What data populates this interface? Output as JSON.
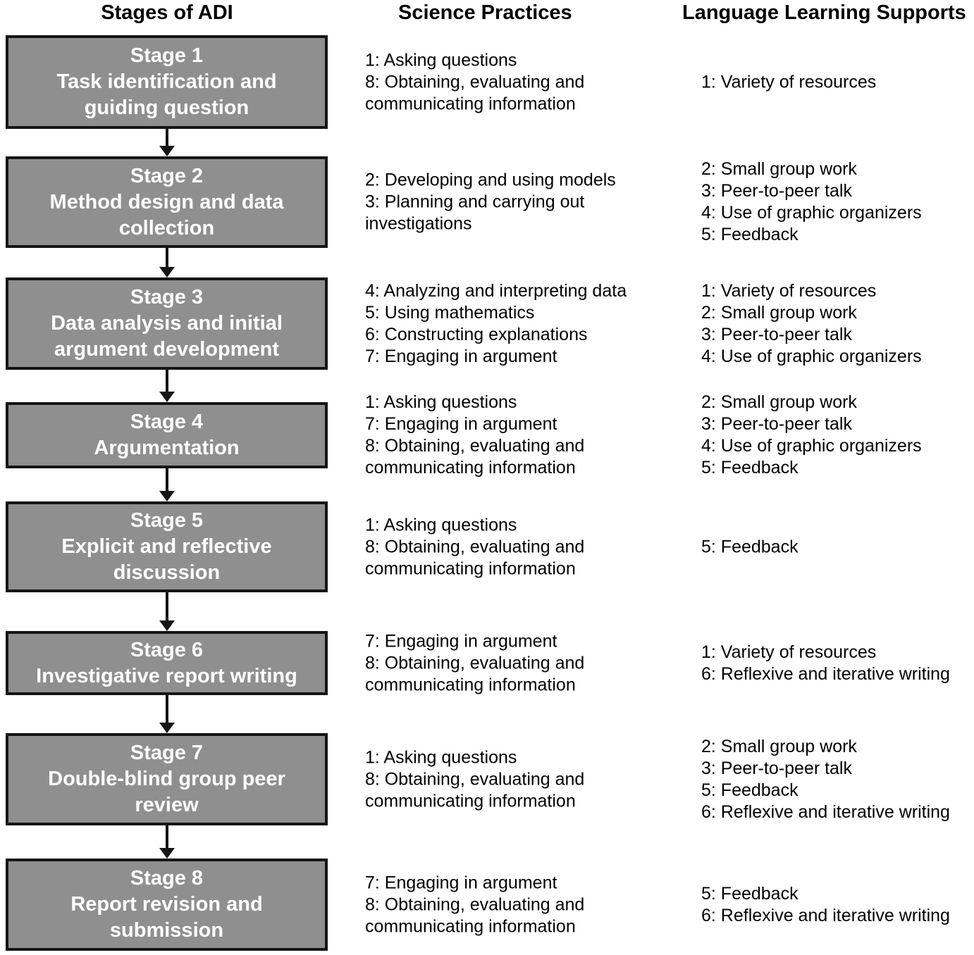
{
  "colors": {
    "background": "#ffffff",
    "text": "#000000",
    "box_fill": "#8f8f8f",
    "box_border": "#151515",
    "box_text": "#ffffff"
  },
  "headers": {
    "stages": "Stages of ADI",
    "practices": "Science Practices",
    "supports": "Language Learning Supports"
  },
  "stages": [
    {
      "title": "Stage 1",
      "subtitle": "Task identification and\nguiding question",
      "practices": [
        "1: Asking questions",
        "8: Obtaining, evaluating and\ncommunicating information"
      ],
      "supports": [
        "1: Variety of resources"
      ]
    },
    {
      "title": "Stage 2",
      "subtitle": "Method design and data\ncollection",
      "practices": [
        "2: Developing and using models",
        "3: Planning and carrying out\ninvestigations"
      ],
      "supports": [
        "2: Small group work",
        "3: Peer-to-peer talk",
        "4: Use of graphic organizers",
        "5: Feedback"
      ]
    },
    {
      "title": "Stage 3",
      "subtitle": "Data analysis and initial\nargument development",
      "practices": [
        "4: Analyzing and interpreting data",
        "5: Using mathematics",
        "6: Constructing explanations",
        "7: Engaging in argument"
      ],
      "supports": [
        "1: Variety of resources",
        "2: Small group work",
        "3: Peer-to-peer talk",
        "4: Use of graphic organizers"
      ]
    },
    {
      "title": "Stage 4",
      "subtitle": "Argumentation",
      "practices": [
        "1: Asking questions",
        "7: Engaging in argument",
        "8: Obtaining, evaluating and\ncommunicating information"
      ],
      "supports": [
        "2: Small group work",
        "3: Peer-to-peer talk",
        "4: Use of graphic organizers",
        "5: Feedback"
      ]
    },
    {
      "title": "Stage 5",
      "subtitle": "Explicit and reflective\ndiscussion",
      "practices": [
        "1: Asking questions",
        "8: Obtaining, evaluating and\ncommunicating information"
      ],
      "supports": [
        "5: Feedback"
      ]
    },
    {
      "title": "Stage 6",
      "subtitle": "Investigative report writing",
      "practices": [
        "7: Engaging in argument",
        "8: Obtaining, evaluating and\ncommunicating information"
      ],
      "supports": [
        "1: Variety of resources",
        "6: Reflexive and iterative writing"
      ]
    },
    {
      "title": "Stage 7",
      "subtitle": "Double-blind group peer\nreview",
      "practices": [
        "1: Asking questions",
        "8: Obtaining, evaluating and\ncommunicating information"
      ],
      "supports": [
        "2: Small group work",
        "3: Peer-to-peer talk",
        "5: Feedback",
        "6: Reflexive and iterative writing"
      ]
    },
    {
      "title": "Stage 8",
      "subtitle": "Report revision and\nsubmission",
      "practices": [
        "7: Engaging in argument",
        "8: Obtaining, evaluating and\ncommunicating information"
      ],
      "supports": [
        "5: Feedback",
        "6: Reflexive and iterative writing"
      ]
    }
  ]
}
